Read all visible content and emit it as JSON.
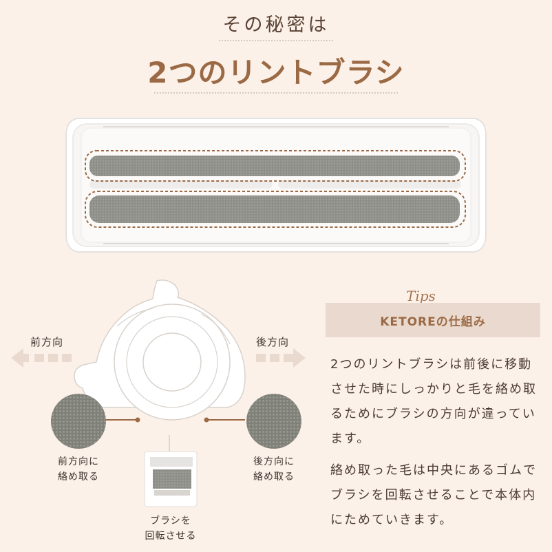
{
  "header": {
    "subtitle": "その秘密は",
    "title": "2つのリントブラシ"
  },
  "tips": {
    "label": "Tips",
    "heading": "KETOREの仕組み",
    "paragraph1": "2つのリントブラシは前後に移動させた時にしっかりと毛を絡め取るためにブラシの方向が違っています。",
    "paragraph2": "絡め取った毛は中央にあるゴムでブラシを回転させることで本体内にためていきます。"
  },
  "diagram": {
    "left_direction": "前方向",
    "right_direction": "後方向",
    "left_caption_line1": "前方向に",
    "left_caption_line2": "絡め取る",
    "right_caption_line1": "後方向に",
    "right_caption_line2": "絡め取る",
    "center_caption_line1": "ブラシを",
    "center_caption_line2": "回転させる"
  },
  "colors": {
    "background": "#fcf1e9",
    "accent": "#9b6a45",
    "banner": "#ead9ce",
    "brush_gray": "#8a8b86"
  }
}
